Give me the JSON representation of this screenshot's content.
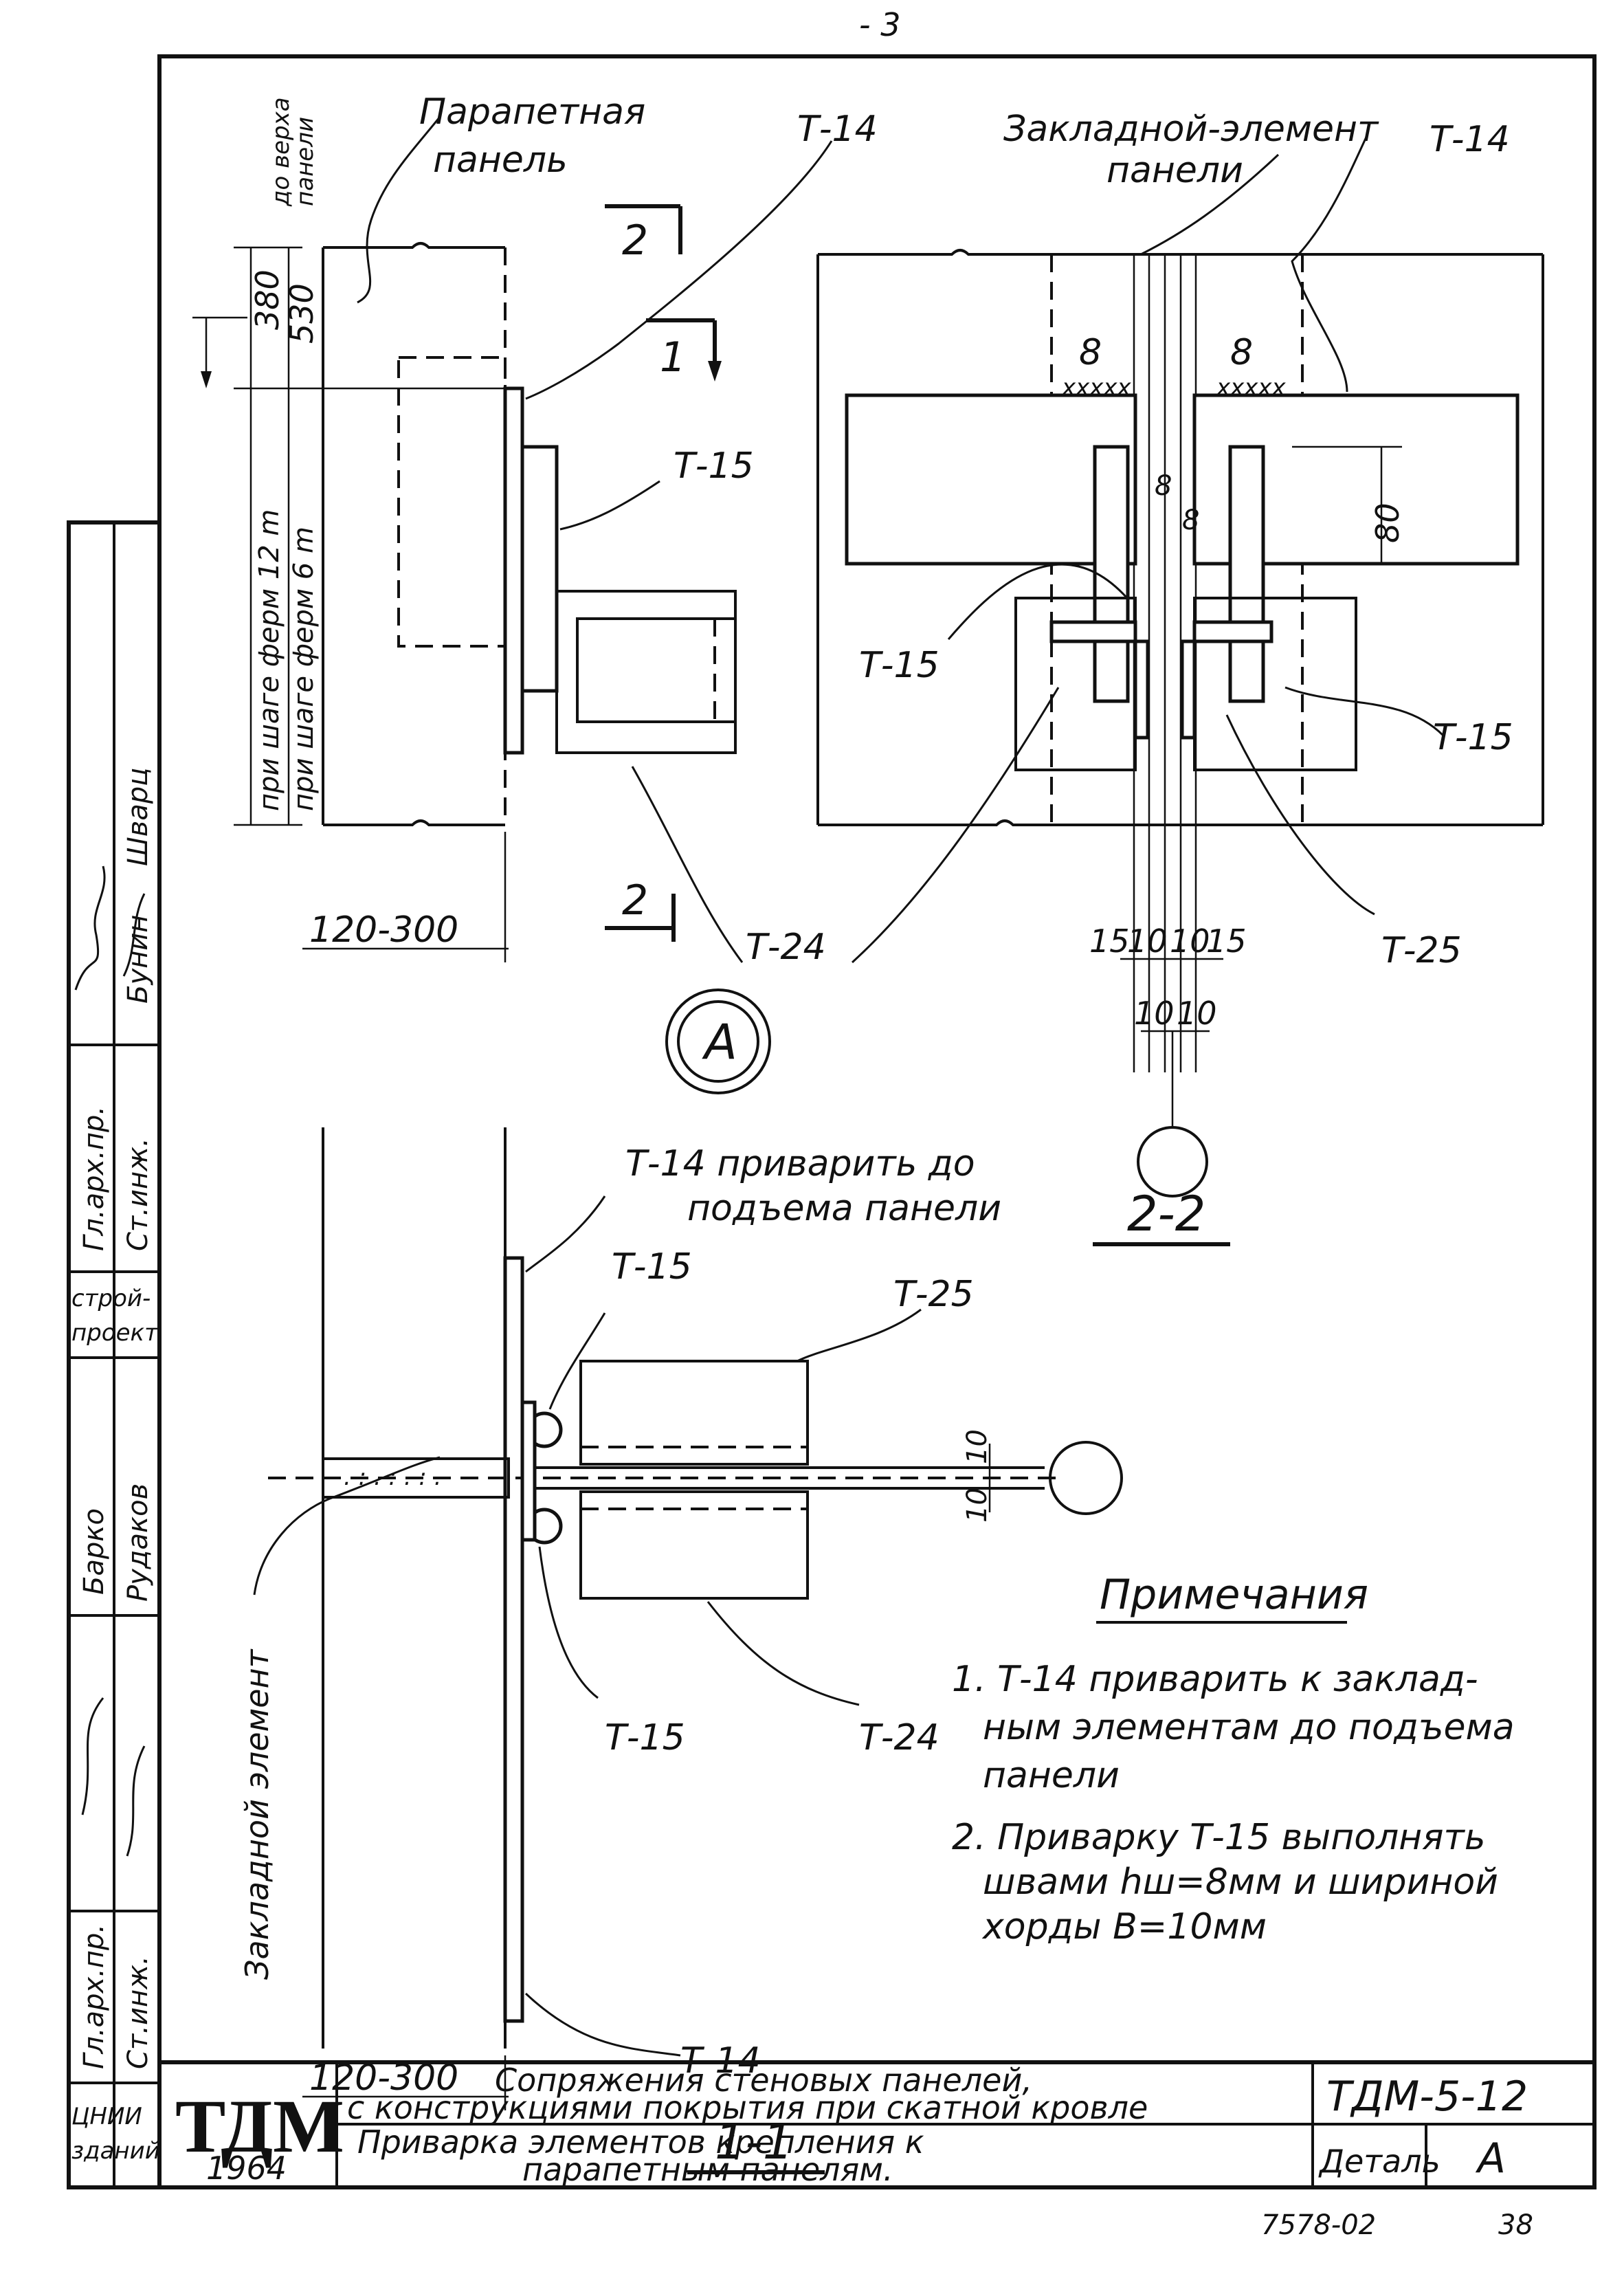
{
  "page_mark": "- 3",
  "sheet_footer": {
    "number": "7578-02",
    "page": "38"
  },
  "title_block": {
    "logo": "ТДМ",
    "year": "1964",
    "title_line1": "Сопряжения стеновых панелей,",
    "title_line2": "с конструкциями покрытия при скатной кровле",
    "subtitle_line1": "Приварка элементов крепления к",
    "subtitle_line2": "парапетным панелям.",
    "code": "ТДМ-5-12",
    "detail_label": "Деталь",
    "detail_value": "А"
  },
  "stamp": {
    "roles": [
      "Гл.арх.пр.",
      "Ст.инж.",
      "Гл.арх.пр.",
      "Ст.инж."
    ],
    "names": [
      "Шварц",
      "Бунин",
      "Барко",
      "Рудаков"
    ],
    "org_a": "строй-",
    "org_b": "проект",
    "org_c": "ЦНИИ",
    "org_d": "зданий"
  },
  "view_top_left": {
    "panel_label_line1": "Парапетная",
    "panel_label_line2": "панель",
    "to_top_line1": "до верха",
    "to_top_line2": "панели",
    "dim_380": "380",
    "dim_530": "530",
    "step12": "при шаге ферм 12 m",
    "step6": "при шаге ферм 6 m",
    "t14": "Т-14",
    "t15": "Т-15",
    "t24": "Т-24",
    "dim_width": "120-300",
    "section2_top": "2",
    "section2_bottom": "2",
    "section1": "1"
  },
  "view_section_22": {
    "embedded_line1": "Закладной-элемент",
    "embedded_line2": "панели",
    "t14": "Т-14",
    "t15_left": "Т-15",
    "t15_right": "Т-15",
    "t25": "Т-25",
    "weld_8a": "8",
    "weld_8b": "8",
    "weld_8c": "8",
    "weld_8d": "8",
    "dim_80": "80",
    "dims_bottom": [
      "15",
      "10",
      "10",
      "15"
    ],
    "dims_lower": [
      "10",
      "10"
    ],
    "title": "2-2"
  },
  "detail_marker": "А",
  "view_section_11": {
    "t14_note_line1": "Т-14 приварить до",
    "t14_note_line2": "подъема панели",
    "t15_top": "Т-15",
    "t25": "Т-25",
    "t15_bottom": "Т-15",
    "t24": "Т-24",
    "t14_bottom": "Т-14",
    "embedded": "Закладной элемент",
    "dim_10a": "10",
    "dim_10b": "10",
    "dim_width": "120-300",
    "title": "1-1"
  },
  "notes": {
    "heading": "Примечания",
    "n1_line1": "1. Т-14  приварить к заклад-",
    "n1_line2": "ным элементам до подъема",
    "n1_line3": "панели",
    "n2_line1": "2. Приварку Т-15 выполнять",
    "n2_line2": "швами  hш=8мм  и шириной",
    "n2_line3": "хорды  В=10мм"
  }
}
